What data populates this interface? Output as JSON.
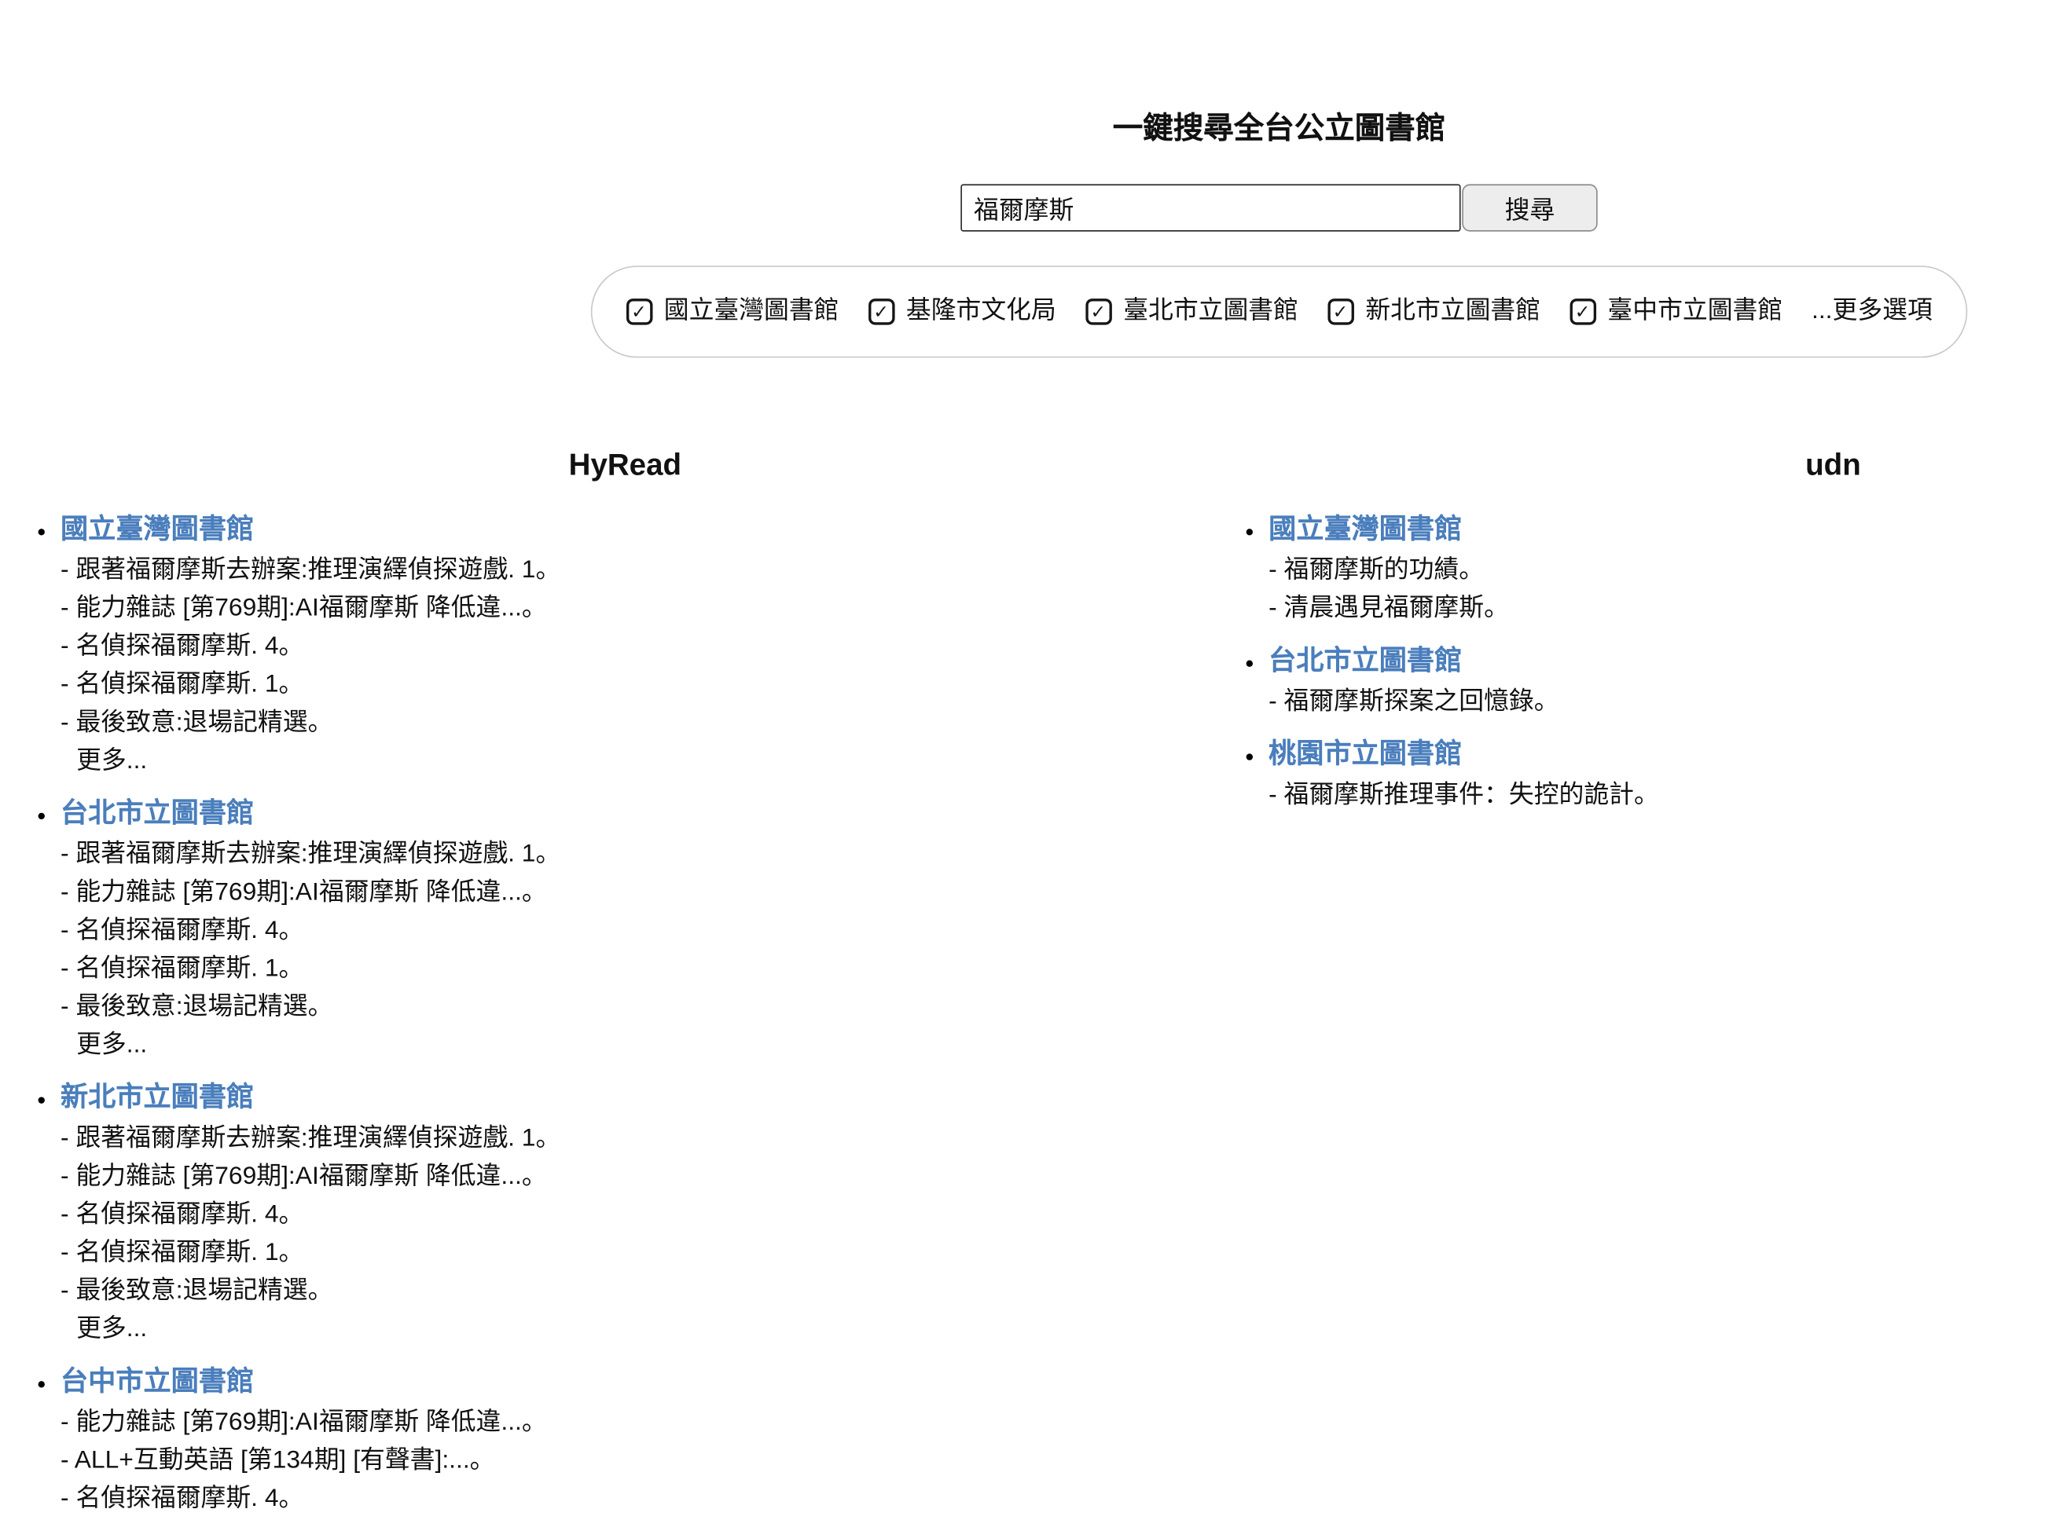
{
  "colors": {
    "link": "#4a7ebc"
  },
  "header": {
    "title": "一鍵搜尋全台公立圖書館"
  },
  "search": {
    "query": "福爾摩斯",
    "button_label": "搜尋"
  },
  "filters": {
    "checkbox_glyph": "✓",
    "options": [
      {
        "label": "國立臺灣圖書館",
        "checked": true
      },
      {
        "label": "基隆市文化局",
        "checked": true
      },
      {
        "label": "臺北市立圖書館",
        "checked": true
      },
      {
        "label": "新北市立圖書館",
        "checked": true
      },
      {
        "label": "臺中市立圖書館",
        "checked": true
      }
    ],
    "more_label": "...更多選項"
  },
  "results": {
    "columns": [
      {
        "source": "HyRead",
        "libraries": [
          {
            "name": "國立臺灣圖書館",
            "items": [
              "- 跟著福爾摩斯去辦案:推理演繹偵探遊戲. 1。",
              "- 能力雜誌 [第769期]:AI福爾摩斯 降低違...。",
              "- 名偵探福爾摩斯. 4。",
              "- 名偵探福爾摩斯. 1。",
              "- 最後致意:退場記精選。"
            ],
            "more_label": "更多..."
          },
          {
            "name": "台北市立圖書館",
            "items": [
              "- 跟著福爾摩斯去辦案:推理演繹偵探遊戲. 1。",
              "- 能力雜誌 [第769期]:AI福爾摩斯 降低違...。",
              "- 名偵探福爾摩斯. 4。",
              "- 名偵探福爾摩斯. 1。",
              "- 最後致意:退場記精選。"
            ],
            "more_label": "更多..."
          },
          {
            "name": "新北市立圖書館",
            "items": [
              "- 跟著福爾摩斯去辦案:推理演繹偵探遊戲. 1。",
              "- 能力雜誌 [第769期]:AI福爾摩斯 降低違...。",
              "- 名偵探福爾摩斯. 4。",
              "- 名偵探福爾摩斯. 1。",
              "- 最後致意:退場記精選。"
            ],
            "more_label": "更多..."
          },
          {
            "name": "台中市立圖書館",
            "items": [
              "- 能力雜誌 [第769期]:AI福爾摩斯 降低違...。",
              "- ALL+互動英語 [第134期] [有聲書]:...。",
              "- 名偵探福爾摩斯. 4。"
            ]
          }
        ]
      },
      {
        "source": "udn",
        "libraries": [
          {
            "name": "國立臺灣圖書館",
            "items": [
              "- 福爾摩斯的功績。",
              "- 清晨遇見福爾摩斯。"
            ]
          },
          {
            "name": "台北市立圖書館",
            "items": [
              "- 福爾摩斯探案之回憶錄。"
            ]
          },
          {
            "name": "桃園市立圖書館",
            "items": [
              "- 福爾摩斯推理事件：失控的詭計。"
            ]
          }
        ]
      }
    ]
  }
}
